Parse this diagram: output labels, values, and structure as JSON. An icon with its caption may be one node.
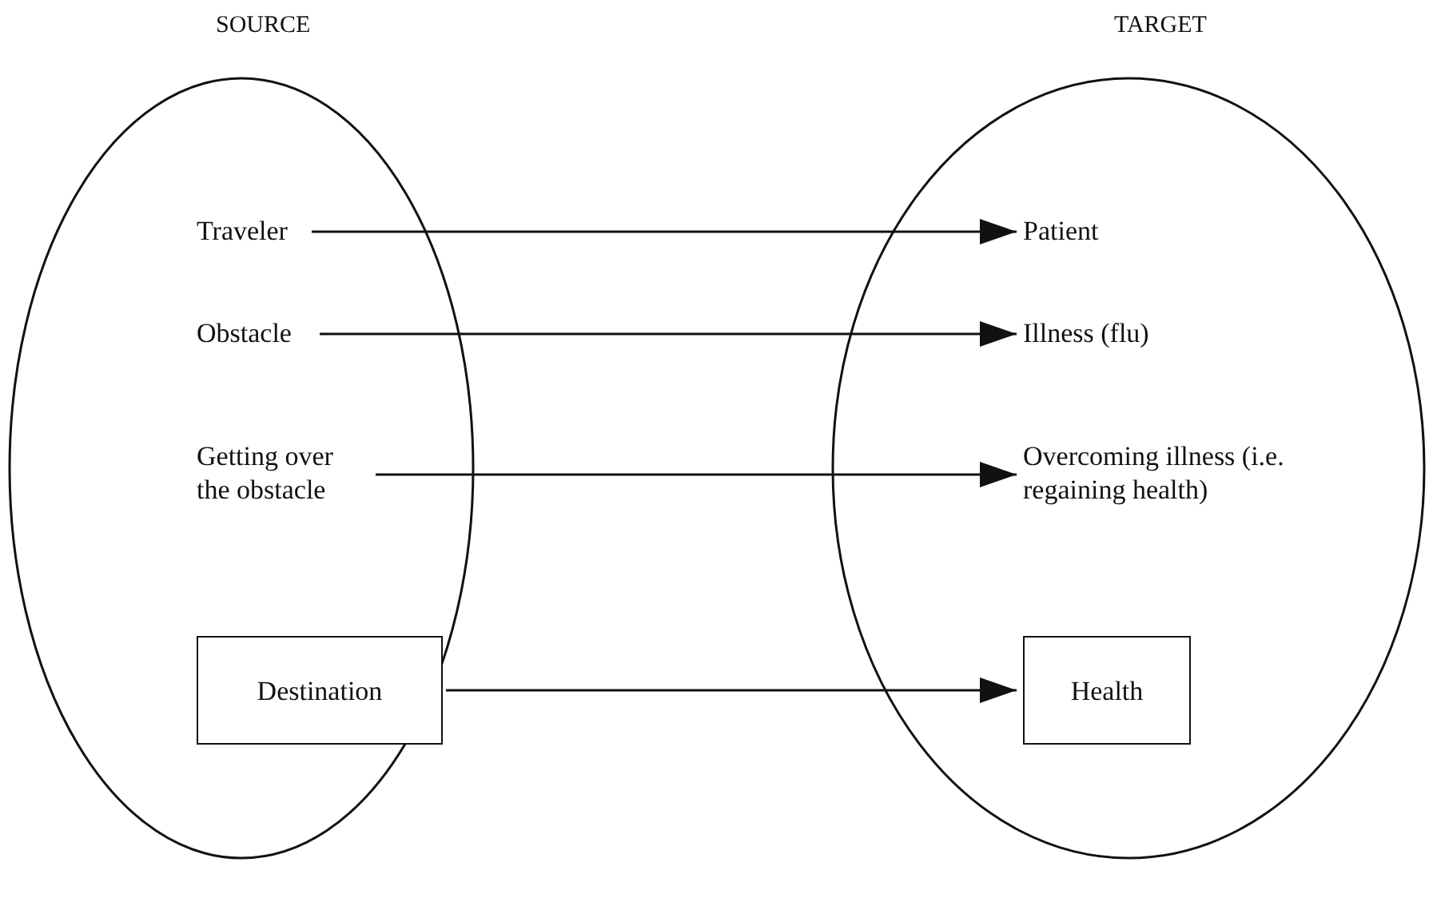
{
  "diagram": {
    "nodes": [
      {
        "text": [
          "SOURCE"
        ]
      },
      {
        "text": [
          "Traveler"
        ],
        "in": 0
      },
      {
        "text": [
          "Obstacle"
        ],
        "in": 0
      },
      {
        "text": [
          "Getting over the obstacle"
        ],
        "in": 0
      },
      {
        "text": [
          "Destination"
        ],
        "in": 0
      },
      {
        "text": [
          "TARGET"
        ]
      },
      {
        "text": [
          "Patient"
        ],
        "in": 5
      },
      {
        "text": [
          "Illness (flu)"
        ],
        "in": 5
      },
      {
        "text": [
          "Overcoming illness (i.e. regaining health)"
        ],
        "in": 5
      },
      {
        "text": [
          "Health"
        ],
        "in": 5
      }
    ],
    "edges": [
      {
        "from": 1,
        "to": 6,
        "arrow": "to"
      },
      {
        "from": 2,
        "to": 7,
        "arrow": "to"
      },
      {
        "from": 3,
        "to": 8,
        "arrow": "to"
      },
      {
        "from": 4,
        "to": 9,
        "arrow": "to"
      }
    ]
  }
}
